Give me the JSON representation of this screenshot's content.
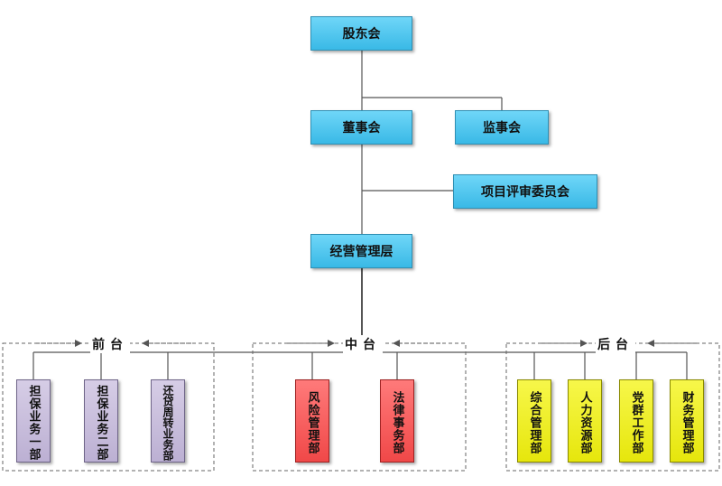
{
  "nodes": {
    "shareholders": "股东会",
    "board": "董事会",
    "supervisors": "监事会",
    "review_committee": "项目评审委员会",
    "management": "经营管理层"
  },
  "groups": {
    "front": {
      "label": "前台",
      "units": [
        "担保业务一部",
        "担保业务二部",
        "还贷周转业务部"
      ]
    },
    "middle": {
      "label": "中台",
      "units": [
        "风险管理部",
        "法律事务部"
      ]
    },
    "back": {
      "label": "后台",
      "units": [
        "综合管理部",
        "人力资源部",
        "党群工作部",
        "财务管理部"
      ]
    }
  },
  "colors": {
    "top_box": "#4cc4ee",
    "front_box": "#c9c0dd",
    "middle_box": "#f55a5a",
    "back_box": "#eeee22",
    "line": "#555555"
  }
}
